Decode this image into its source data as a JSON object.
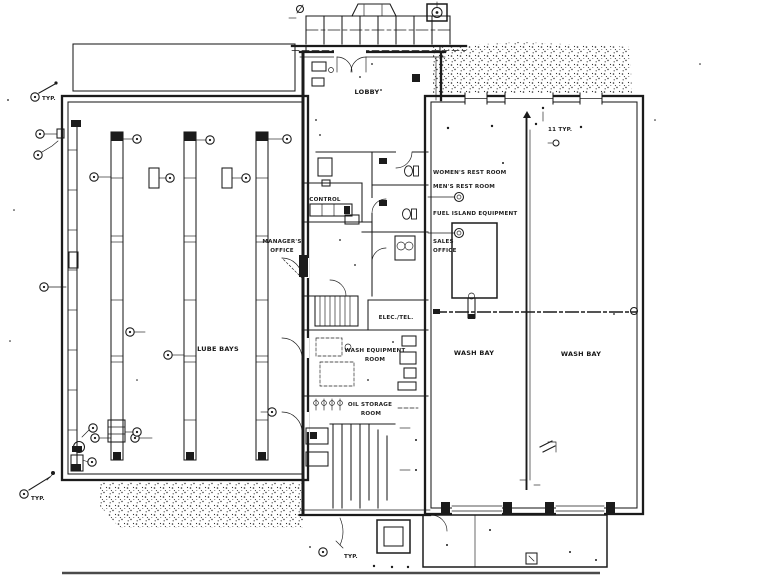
{
  "drawing": {
    "kind": "scanned architectural floor plan",
    "labels": {
      "lobby": "LOBBY",
      "control": "CONTROL",
      "managers_office": [
        "MANAGER'S",
        "OFFICE"
      ],
      "womens_rest_room": "WOMEN'S REST ROOM",
      "mens_rest_room": "MEN'S REST ROOM",
      "fuel_island_equipment": "FUEL ISLAND EQUIPMENT",
      "sales_office": [
        "SALES",
        "OFFICE"
      ],
      "elec_tel": "ELEC./TEL.",
      "wash_equipment_room": [
        "WASH EQUIPMENT",
        "ROOM"
      ],
      "oil_storage_room": [
        "OIL STORAGE",
        "ROOM"
      ],
      "lube_bays": "LUBE BAYS",
      "wash_bay_left": "WASH BAY",
      "wash_bay_right": "WASH BAY"
    },
    "annotations": {
      "typ_top_left": "TYP.",
      "typ_bottom_left": "TYP.",
      "typ_bottom_center": "TYP.",
      "typ_wash_bay": "11 TYP."
    },
    "colors": {
      "ink": "#1b1b1b",
      "paper": "#ffffff",
      "scan_line": "#4a4a4a"
    }
  }
}
